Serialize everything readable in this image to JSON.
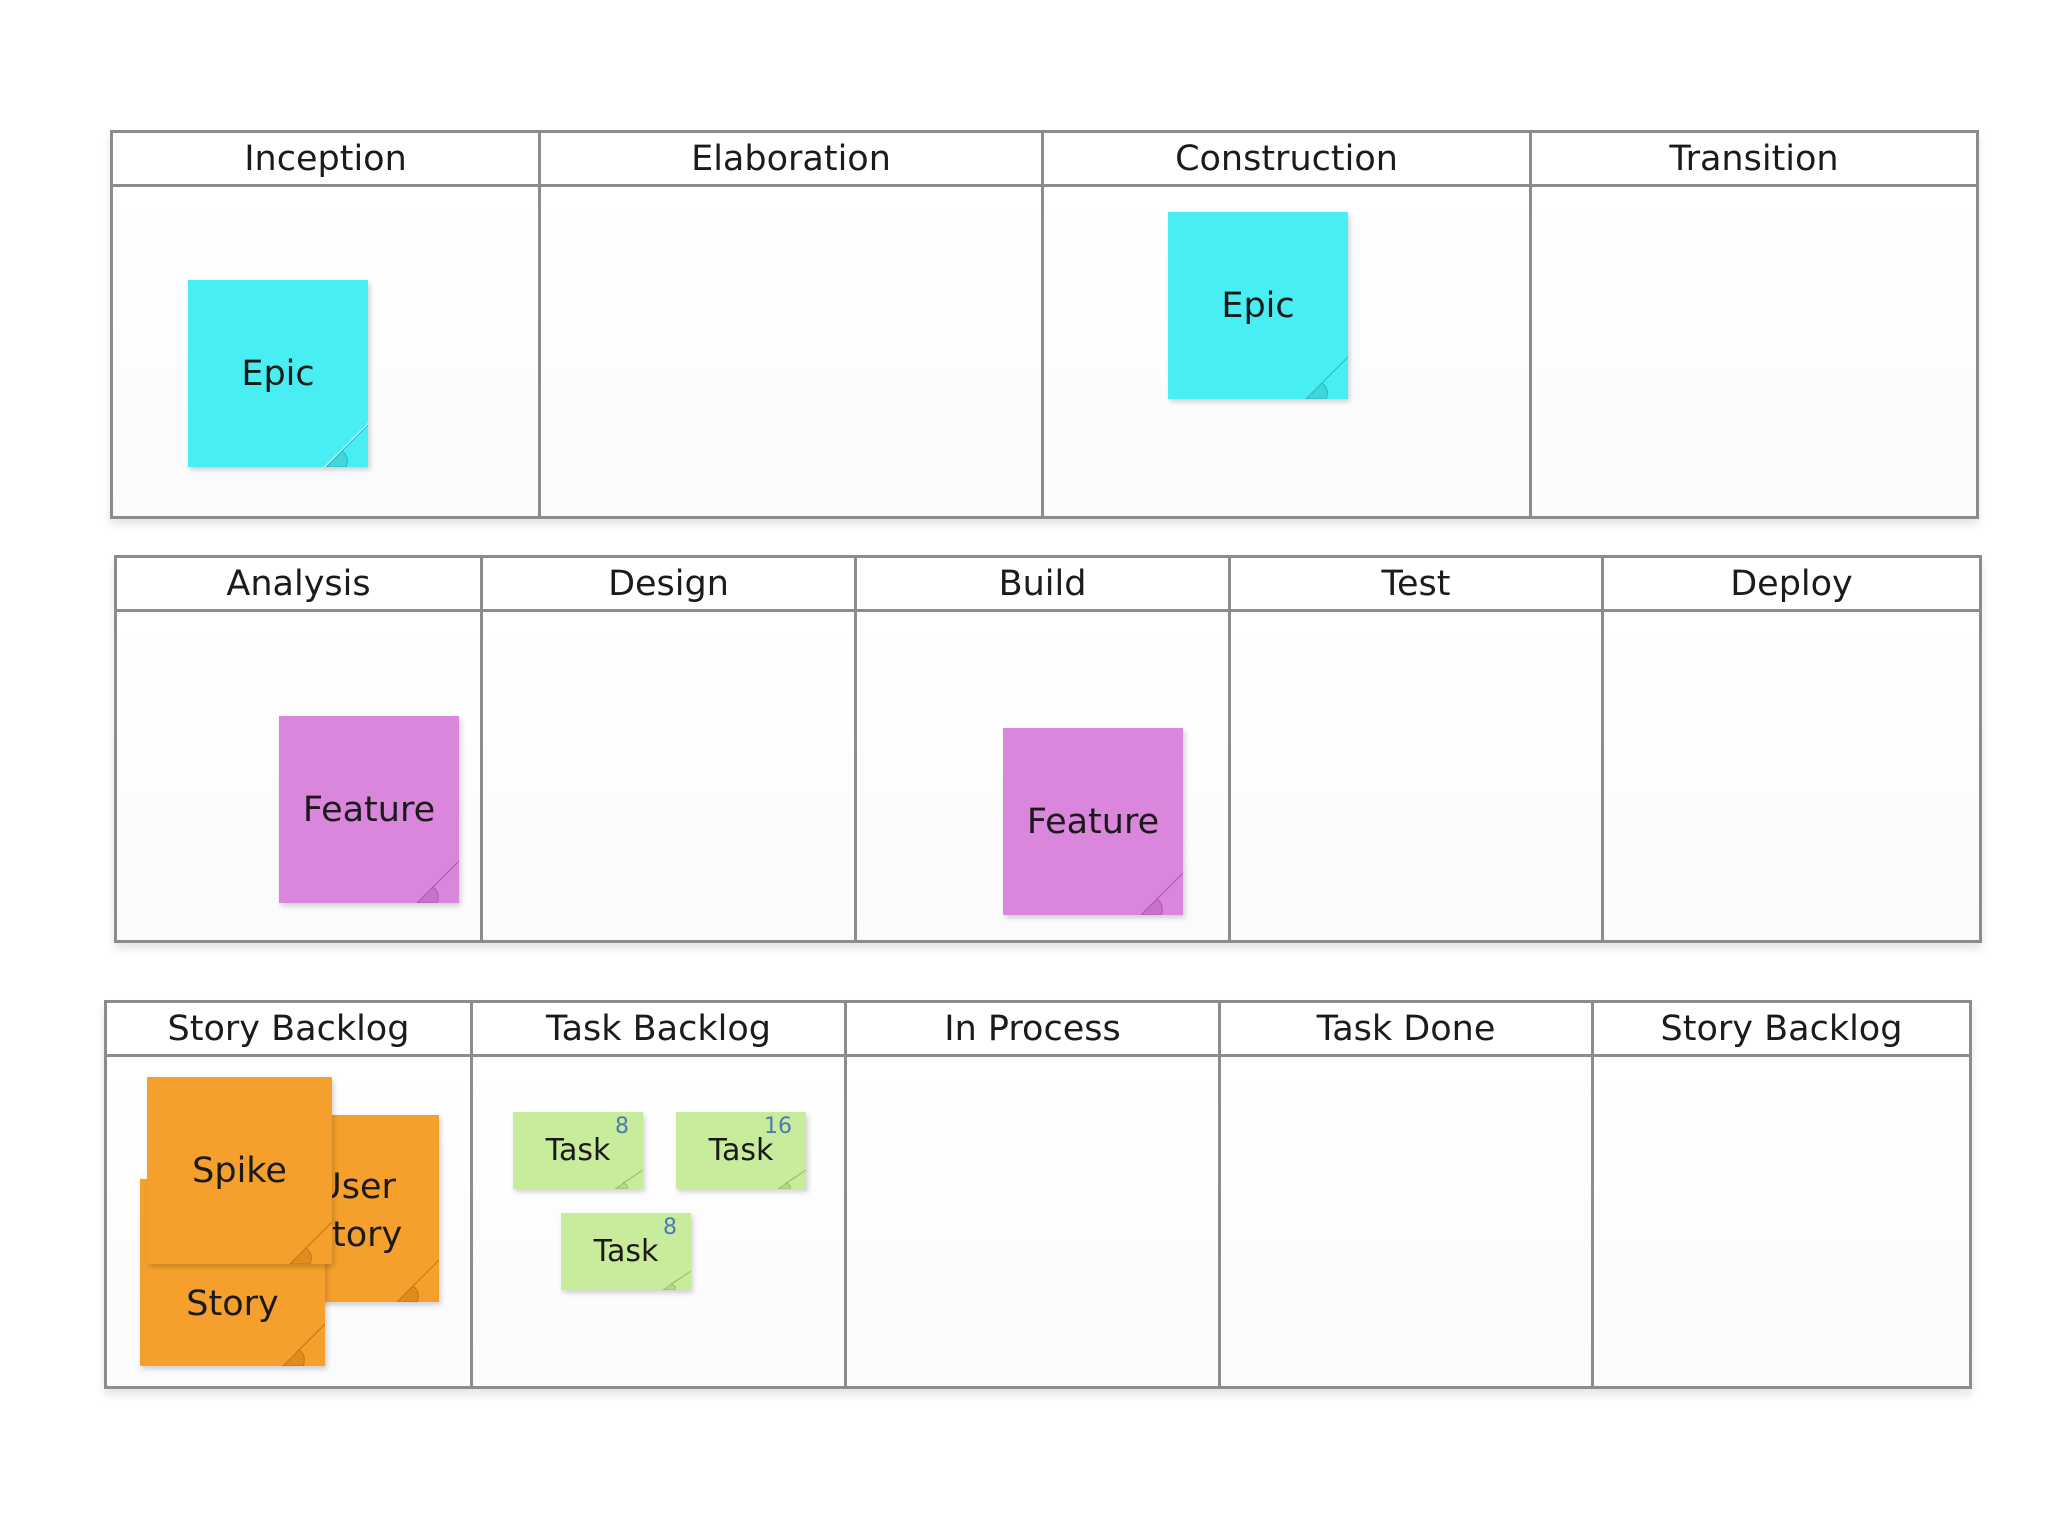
{
  "boards": [
    {
      "id": "phases",
      "columns": [
        "Inception",
        "Elaboration",
        "Construction",
        "Transition"
      ]
    },
    {
      "id": "feature-flow",
      "columns": [
        "Analysis",
        "Design",
        "Build",
        "Test",
        "Deploy"
      ]
    },
    {
      "id": "task-flow",
      "columns": [
        "Story Backlog",
        "Task Backlog",
        "In Process",
        "Task Done",
        "Story Backlog"
      ]
    }
  ],
  "notes": {
    "epic_inception": "Epic",
    "epic_construction": "Epic",
    "feature_analysis": "Feature",
    "feature_build": "Feature",
    "user_story_line1": "User",
    "user_story_line2": "Story",
    "spike": "Spike",
    "story": "Story",
    "task1": {
      "label": "Task",
      "points": "8"
    },
    "task2": {
      "label": "Task",
      "points": "16"
    },
    "task3": {
      "label": "Task",
      "points": "8"
    }
  },
  "colors": {
    "epic": "#49eef3",
    "feature": "#da86dc",
    "story": "#f5a02c",
    "task": "#c9ec9c",
    "grid_lines": "#8c8c8c"
  }
}
